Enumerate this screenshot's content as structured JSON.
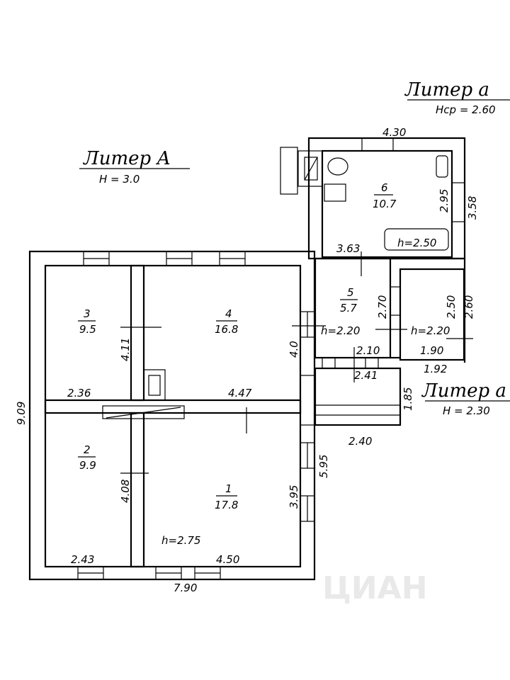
{
  "titles": {
    "liter_A": {
      "name": "Литер А",
      "height": "Н = 3.0"
    },
    "liter_a": {
      "name": "Литер а",
      "height": "Нср = 2.60"
    },
    "liter_a1": {
      "name": "Литер а",
      "height": "Н = 2.30"
    }
  },
  "rooms": [
    {
      "number": "1",
      "area": "17.8"
    },
    {
      "number": "2",
      "area": "9.9"
    },
    {
      "number": "3",
      "area": "9.5"
    },
    {
      "number": "4",
      "area": "16.8"
    },
    {
      "number": "5",
      "area": "5.7"
    },
    {
      "number": "6",
      "area": "10.7"
    }
  ],
  "heights": {
    "main": "h=2.75",
    "room5": "h=2.20",
    "room_a1": "h=2.20",
    "room6": "h=2.50"
  },
  "dimensions": {
    "total_width": "7.90",
    "total_length": "9.09",
    "r3_width": "2.36",
    "r3_length": "4.11",
    "r4_width": "4.47",
    "r4_length": "4.0",
    "r2_width": "2.43",
    "r2_length": "4.08",
    "r1_width": "4.50",
    "r1_length": "3.95",
    "right_lower": "5.95",
    "r6_top": "4.30",
    "r6_bottom": "3.63",
    "r6_inner": "2.95",
    "r6_outer": "3.58",
    "r5_length": "2.70",
    "r5_width": "2.10",
    "r5_outer": "2.41",
    "a1_inner_len": "2.50",
    "a1_outer_len": "2.60",
    "a1_width": "1.90",
    "a1_outer_width": "1.92",
    "porch_len": "1.85",
    "porch_width": "2.40"
  },
  "watermark": "ЦИАН"
}
